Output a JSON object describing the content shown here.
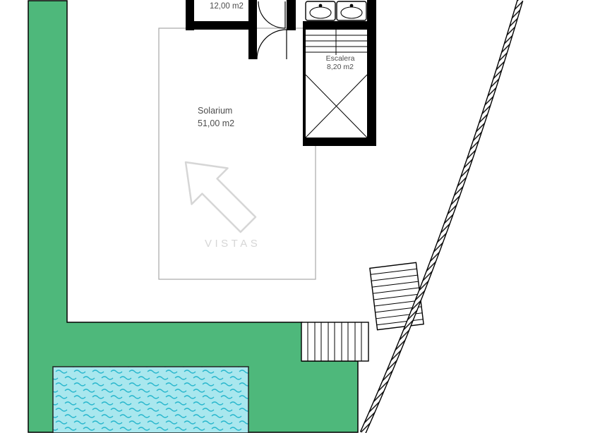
{
  "labels": {
    "room_top_area": "12,00 m2",
    "stair_room": "Escalera",
    "stair_room_area": "8,20 m2",
    "solarium": "Solarium",
    "solarium_area": "51,00 m2",
    "vistas": "VISTAS"
  },
  "colors": {
    "garden": "#4eb87b",
    "pool_water": "#a9e7ee",
    "pool_wave": "#29b7cd",
    "wall": "#000000",
    "thin_line": "#a8a8a8",
    "watermark": "#d6d6d6",
    "label_text": "#4d4d4d"
  }
}
